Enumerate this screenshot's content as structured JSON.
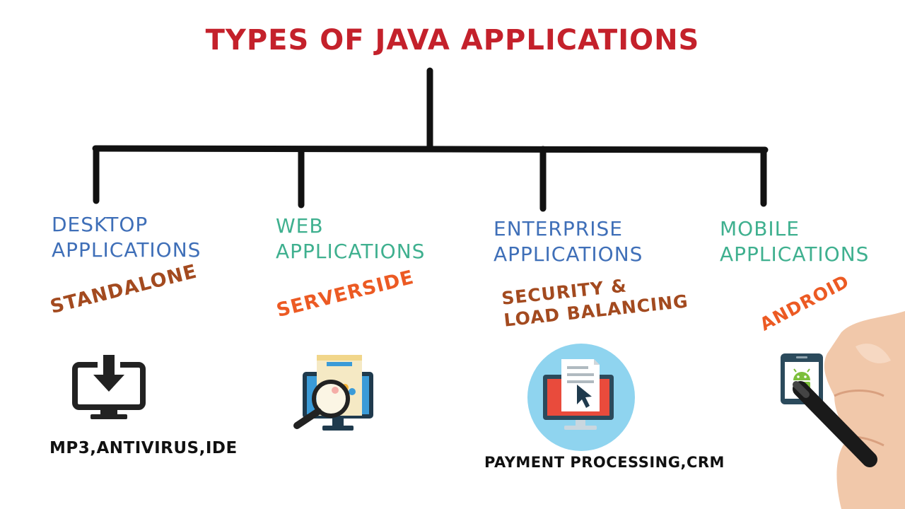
{
  "title": "TYPES OF JAVA APPLICATIONS",
  "categories": [
    {
      "line1": "DESKTOP",
      "line2": "APPLICATIONS",
      "tag": "STANDALONE",
      "examples": "MP3,ANTIVIRUS,IDE"
    },
    {
      "line1": "WEB",
      "line2": "APPLICATIONS",
      "tag": "SERVERSIDE"
    },
    {
      "line1": "ENTERPRISE",
      "line2": "APPLICATIONS",
      "tag_line1": "SECURITY &",
      "tag_line2": "LOAD BALANCING",
      "examples": "PAYMENT PROCESSING,CRM"
    },
    {
      "line1": "MOBILE",
      "line2": "APPLICATIONS",
      "tag": "ANDROID"
    }
  ],
  "colors": {
    "title": "#c4212b",
    "category_blue": "#3f6fb8",
    "category_teal": "#3fb08f",
    "tag_brown": "#a34a1f",
    "tag_orange": "#ec5a23",
    "connector": "#111111"
  },
  "icons": [
    "download-monitor-icon",
    "web-search-monitor-icon",
    "enterprise-document-monitor-icon",
    "android-phone-icon"
  ]
}
